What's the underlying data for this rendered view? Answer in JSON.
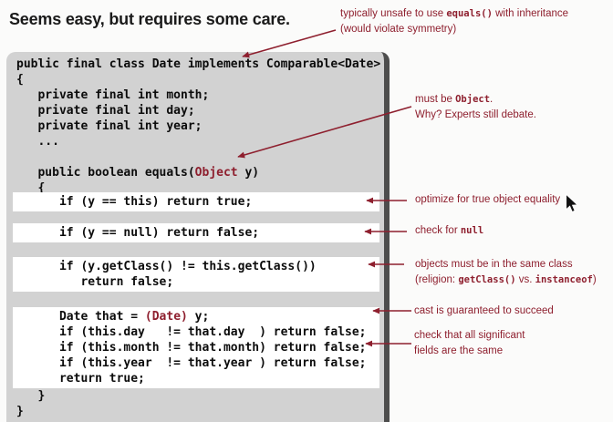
{
  "title": "Seems easy, but requires some care.",
  "colors": {
    "annotation_red": "#8e1f2e",
    "code_red": "#8e1f2e",
    "code_panel_bg": "#d2d2d2",
    "panel_edge": "#4d4d4d",
    "highlight_bar_bg": "#ffffff",
    "text_black": "#1a1a1a"
  },
  "code": {
    "groups": [
      {
        "key": "head",
        "bar": false,
        "lines": [
          [
            {
              "t": "public final class Date implements Comparable<Date>"
            }
          ],
          [
            {
              "t": "{"
            }
          ],
          [
            {
              "t": "   private final int month;"
            }
          ],
          [
            {
              "t": "   private final int day;"
            }
          ],
          [
            {
              "t": "   private final int year;"
            }
          ],
          [
            {
              "t": "   ..."
            }
          ],
          [
            {
              "t": ""
            }
          ],
          [
            {
              "t": "   public boolean equals("
            },
            {
              "t": "Object",
              "red": true
            },
            {
              "t": " y)"
            }
          ],
          [
            {
              "t": "   {"
            }
          ]
        ]
      },
      {
        "key": "bar_this",
        "bar": true,
        "lines": [
          [
            {
              "t": "      if (y == this) return true;"
            }
          ]
        ]
      },
      {
        "key": "bar_null",
        "bar": true,
        "lines": [
          [
            {
              "t": "      if (y == null) return false;"
            }
          ]
        ]
      },
      {
        "key": "bar_class",
        "bar": true,
        "lines": [
          [
            {
              "t": "      if (y.getClass() != this.getClass())"
            }
          ],
          [
            {
              "t": "         return false;"
            }
          ]
        ]
      },
      {
        "key": "bar_cast",
        "bar": true,
        "lines": [
          [
            {
              "t": "      Date that = "
            },
            {
              "t": "(Date)",
              "red": true
            },
            {
              "t": " y;"
            }
          ],
          [
            {
              "t": "      if (this.day   != that.day  ) return false;"
            }
          ],
          [
            {
              "t": "      if (this.month != that.month) return false;"
            }
          ],
          [
            {
              "t": "      if (this.year  != that.year ) return false;"
            }
          ],
          [
            {
              "t": "      return true;"
            }
          ]
        ]
      },
      {
        "key": "tail",
        "bar": false,
        "lines": [
          [
            {
              "t": "   }"
            }
          ],
          [
            {
              "t": "}"
            }
          ]
        ]
      }
    ]
  },
  "annotations": [
    {
      "key": "inheritance",
      "lines": [
        [
          {
            "t": "typically unsafe to use "
          },
          {
            "t": "equals()",
            "mono": true
          },
          {
            "t": " with inheritance"
          }
        ],
        [
          {
            "t": "(would violate symmetry)"
          }
        ]
      ]
    },
    {
      "key": "must-be-object",
      "lines": [
        [
          {
            "t": "must be "
          },
          {
            "t": "Object",
            "mono": true
          },
          {
            "t": "."
          }
        ],
        [
          {
            "t": "Why? Experts still debate."
          }
        ]
      ]
    },
    {
      "key": "optimize",
      "lines": [
        [
          {
            "t": "optimize for true object equality"
          }
        ]
      ]
    },
    {
      "key": "check-null",
      "lines": [
        [
          {
            "t": "check for "
          },
          {
            "t": "null",
            "mono": true
          }
        ]
      ]
    },
    {
      "key": "same-class",
      "lines": [
        [
          {
            "t": "objects must be in the same class"
          }
        ],
        [
          {
            "t": "(religion: "
          },
          {
            "t": "getClass()",
            "mono": true
          },
          {
            "t": " vs. "
          },
          {
            "t": "instanceof",
            "mono": true
          },
          {
            "t": ")"
          }
        ]
      ]
    },
    {
      "key": "cast",
      "lines": [
        [
          {
            "t": "cast is guaranteed to succeed"
          }
        ]
      ]
    },
    {
      "key": "fields",
      "lines": [
        [
          {
            "t": "check that all significant"
          }
        ],
        [
          {
            "t": "fields are the same"
          }
        ]
      ]
    }
  ]
}
